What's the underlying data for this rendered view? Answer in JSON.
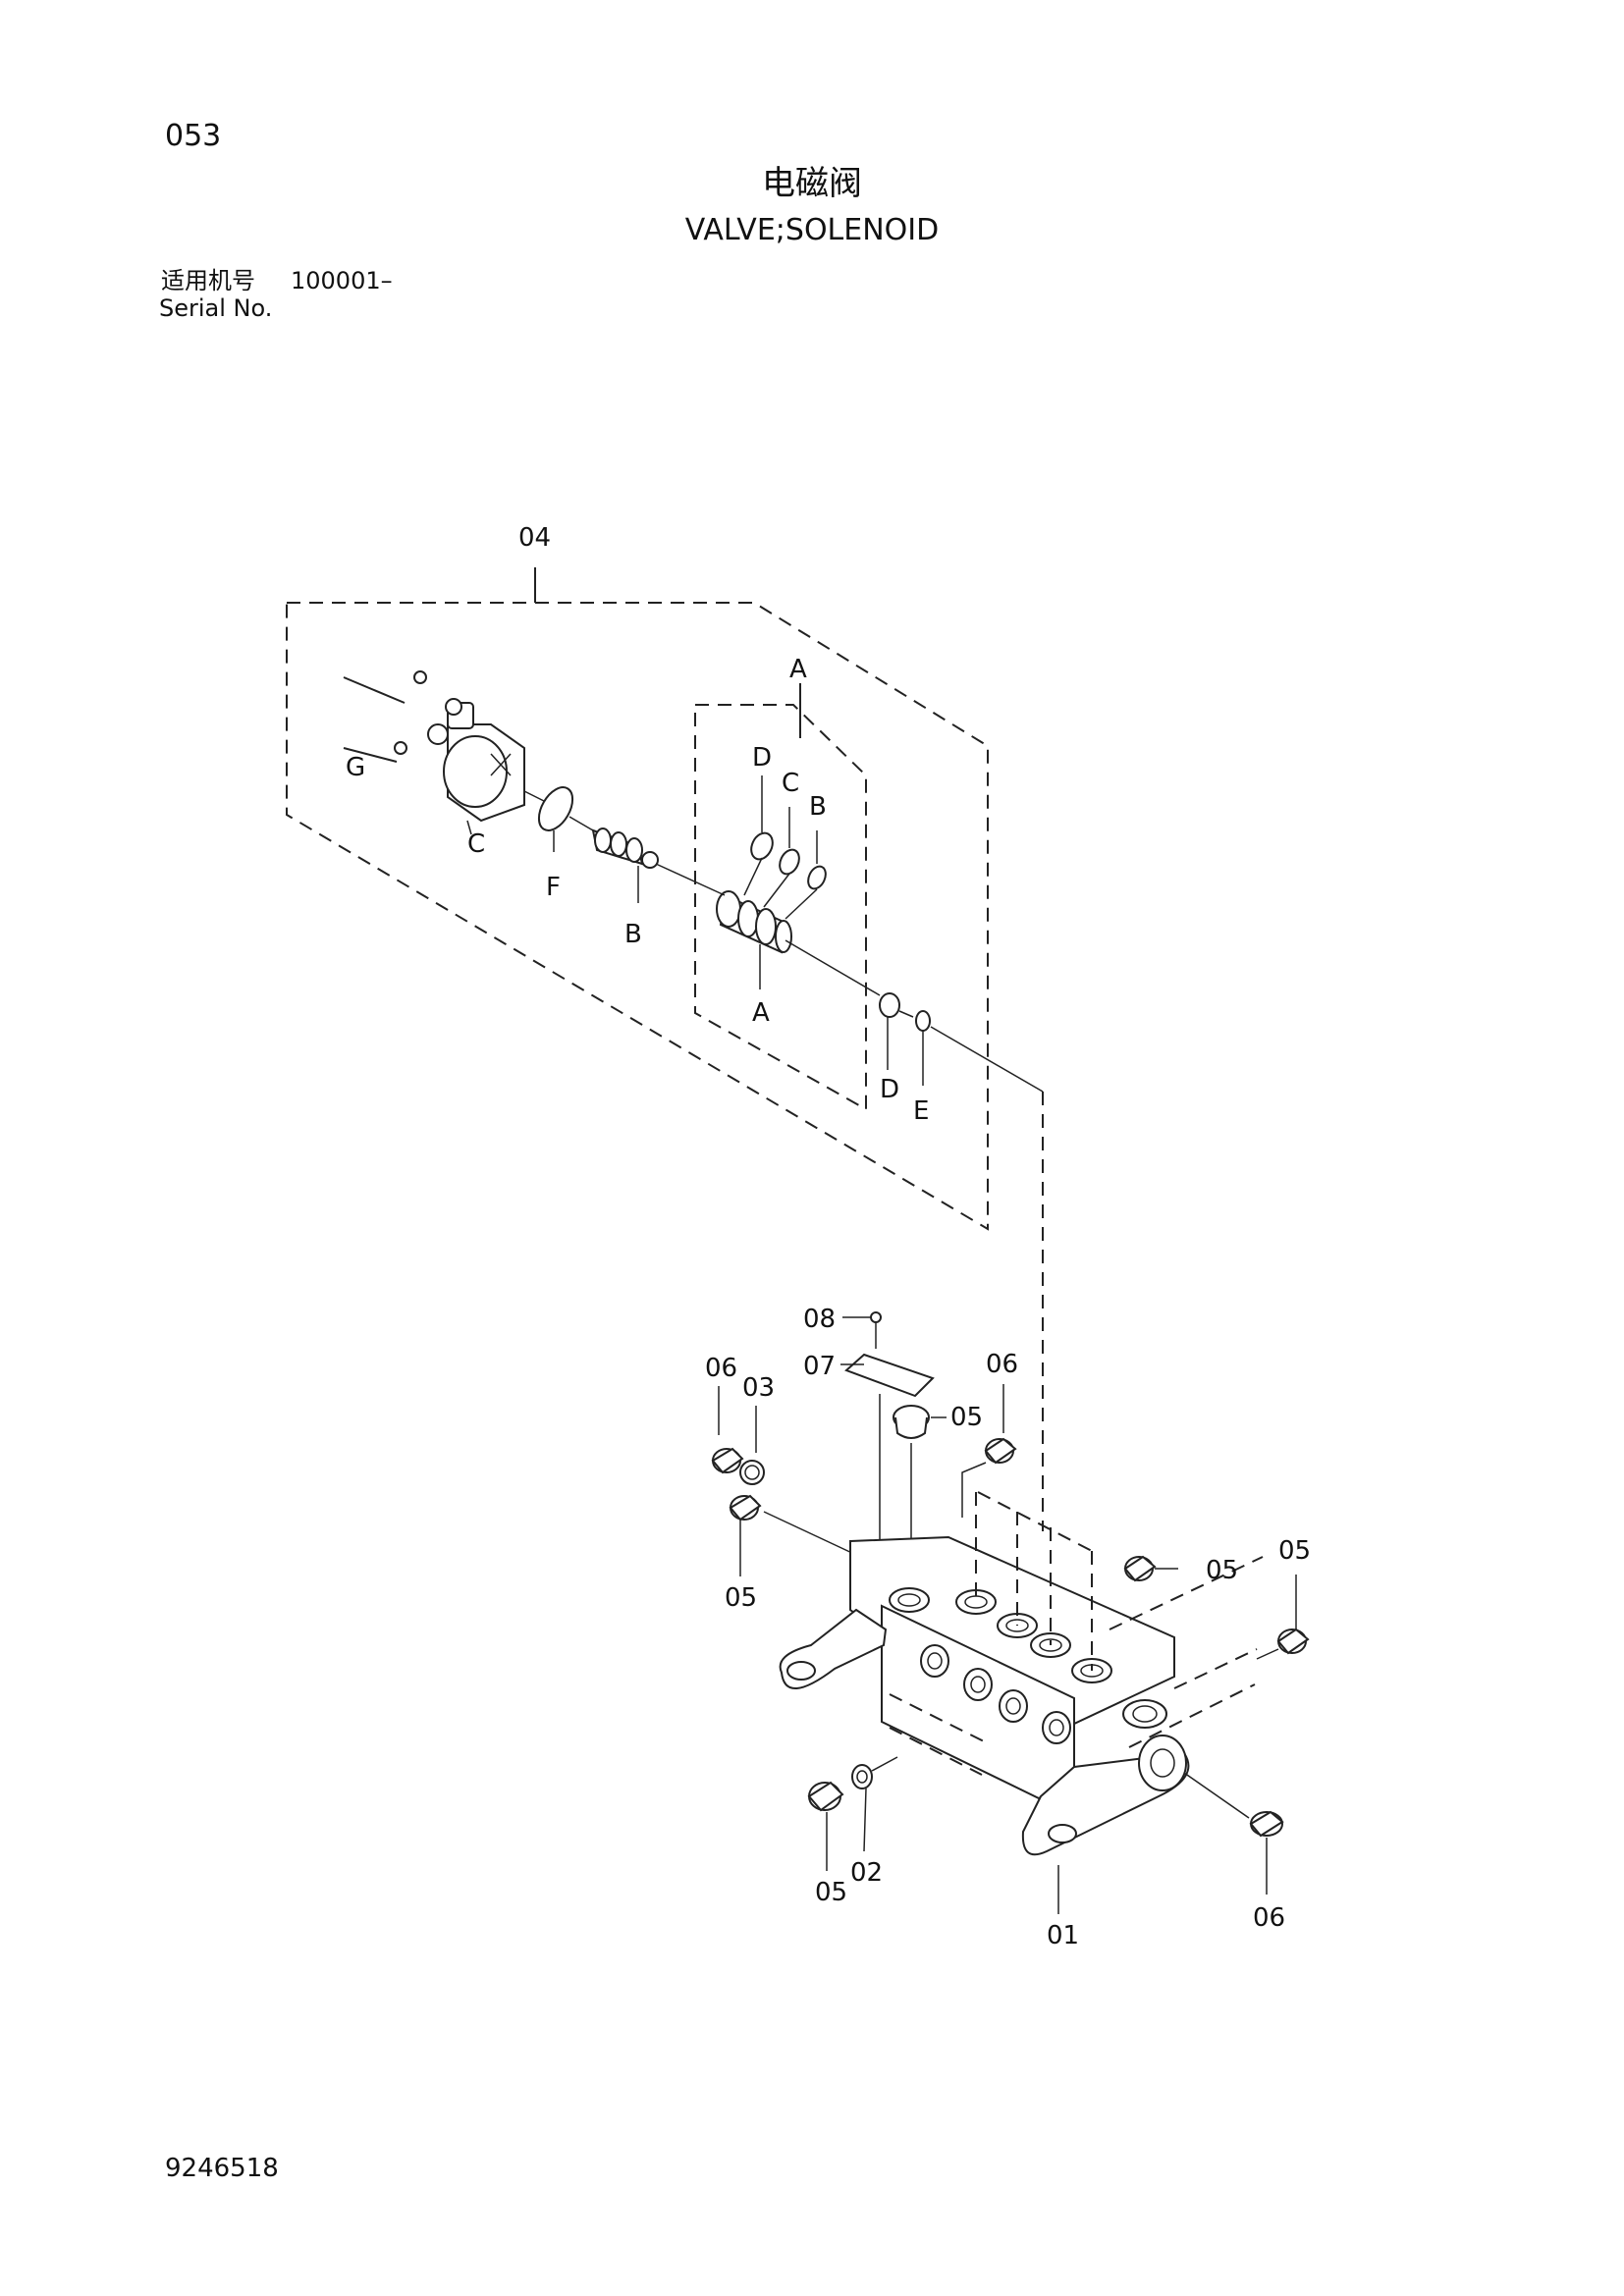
{
  "page_number": "053",
  "title_cn": "电磁阀",
  "title_en": "VALVE;SOLENOID",
  "serial": {
    "label_cn": "适用机号",
    "value": "100001–",
    "label_en": "Serial No."
  },
  "document_number": "9246518",
  "callouts": {
    "c04": "04",
    "cA_top": "A",
    "cD": "D",
    "cC": "C",
    "cB": "B",
    "cG": "G",
    "cC2": "C",
    "cF": "F",
    "cB2": "B",
    "cA_bottom": "A",
    "cD2": "D",
    "cE": "E",
    "c08": "08",
    "c07": "07",
    "c06_left": "06",
    "c03": "03",
    "c06_mid": "06",
    "c05_top": "05",
    "c05_left": "05",
    "c05_right1": "05",
    "c05_right2": "05",
    "c05_bottom": "05",
    "c02": "02",
    "c01": "01",
    "c06_bottom": "06"
  }
}
